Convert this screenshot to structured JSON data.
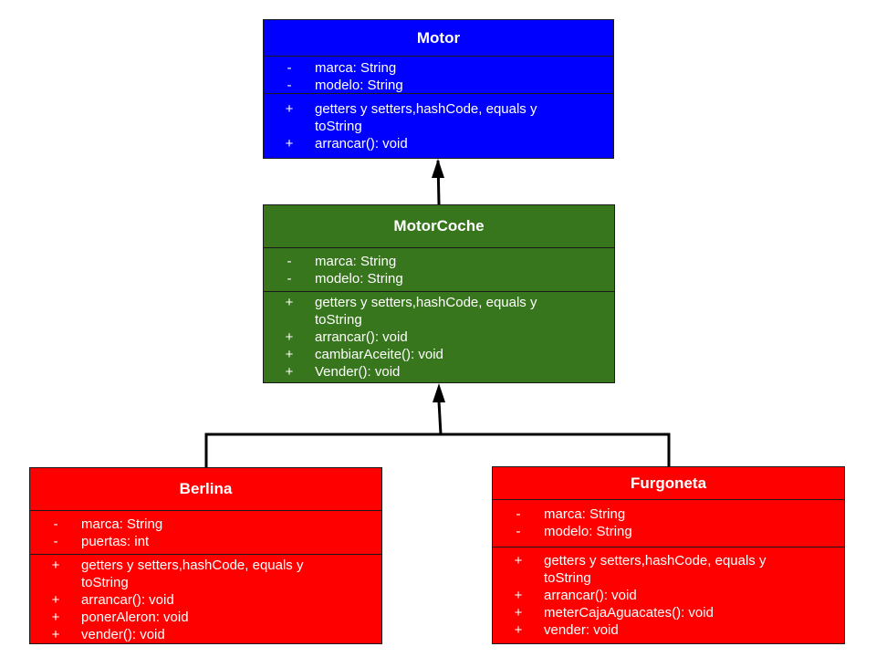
{
  "classes": {
    "motor": {
      "name": "Motor",
      "color": "#0000ff",
      "attributes": [
        {
          "vis": "-",
          "text": "marca: String"
        },
        {
          "vis": "-",
          "text": "modelo: String"
        }
      ],
      "methods": [
        {
          "vis": "+",
          "text": "getters y setters,hashCode, equals y toString"
        },
        {
          "vis": "+",
          "text": "arrancar(): void"
        }
      ]
    },
    "motorcoche": {
      "name": "MotorCoche",
      "color": "#38761d",
      "attributes": [
        {
          "vis": "-",
          "text": "marca: String"
        },
        {
          "vis": "-",
          "text": "modelo: String"
        }
      ],
      "methods": [
        {
          "vis": "+",
          "text": "getters y setters,hashCode, equals y toString"
        },
        {
          "vis": "+",
          "text": "arrancar(): void"
        },
        {
          "vis": "+",
          "text": "cambiarAceite(): void"
        },
        {
          "vis": "+",
          "text": "Vender(): void"
        }
      ]
    },
    "berlina": {
      "name": "Berlina",
      "color": "#ff0000",
      "attributes": [
        {
          "vis": "-",
          "text": "marca: String"
        },
        {
          "vis": "-",
          "text": "puertas: int"
        }
      ],
      "methods": [
        {
          "vis": "+",
          "text": "getters y setters,hashCode, equals y toString"
        },
        {
          "vis": "+",
          "text": "arrancar(): void"
        },
        {
          "vis": "+",
          "text": "ponerAleron: void"
        },
        {
          "vis": "+",
          "text": "vender(): void"
        }
      ]
    },
    "furgoneta": {
      "name": "Furgoneta",
      "color": "#ff0000",
      "attributes": [
        {
          "vis": "-",
          "text": "marca: String"
        },
        {
          "vis": "-",
          "text": "modelo: String"
        }
      ],
      "methods": [
        {
          "vis": "+",
          "text": "getters y setters,hashCode, equals y toString"
        },
        {
          "vis": "+",
          "text": "arrancar(): void"
        },
        {
          "vis": "+",
          "text": "meterCajaAguacates(): void"
        },
        {
          "vis": "+",
          "text": "vender: void"
        }
      ]
    }
  },
  "relations": [
    {
      "type": "inheritance",
      "from": "MotorCoche",
      "to": "Motor"
    },
    {
      "type": "inheritance",
      "from": "Berlina",
      "to": "MotorCoche"
    },
    {
      "type": "inheritance",
      "from": "Furgoneta",
      "to": "MotorCoche"
    }
  ]
}
